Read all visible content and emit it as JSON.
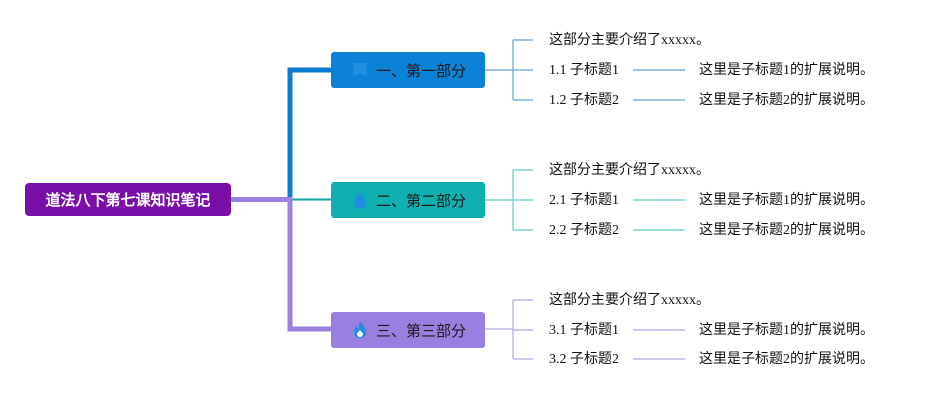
{
  "root": {
    "label": "道法八下第七课知识笔记"
  },
  "branches": [
    {
      "label": "一、第一部分",
      "icon": "bookmark-icon",
      "color": "#0b82d6",
      "line_color": "#0b7dd1",
      "sub_line_color": "#7ab3da",
      "intro": "这部分主要介绍了xxxxx。",
      "subtopics": [
        {
          "label": "1.1 子标题1",
          "note": "这里是子标题1的扩展说明。"
        },
        {
          "label": "1.2 子标题2",
          "note": "这里是子标题2的扩展说明。"
        }
      ]
    },
    {
      "label": "二、第二部分",
      "icon": "water-drop-icon",
      "color": "#10b0b0",
      "line_color": "#12a9a5",
      "sub_line_color": "#7fd0cf",
      "intro": "这部分主要介绍了xxxxx。",
      "subtopics": [
        {
          "label": "2.1 子标题1",
          "note": "这里是子标题1的扩展说明。"
        },
        {
          "label": "2.2 子标题2",
          "note": "这里是子标题2的扩展说明。"
        }
      ]
    },
    {
      "label": "三、第三部分",
      "icon": "flame-icon",
      "color": "#9a7fe0",
      "line_color": "#9b82de",
      "sub_line_color": "#c3b6ea",
      "intro": "这部分主要介绍了xxxxx。",
      "subtopics": [
        {
          "label": "3.1 子标题1",
          "note": "这里是子标题1的扩展说明。"
        },
        {
          "label": "3.2 子标题2",
          "note": "这里是子标题2的扩展说明。"
        }
      ]
    }
  ],
  "colors": {
    "root": "#7a0ea8",
    "icon": "#1e8fe0"
  }
}
